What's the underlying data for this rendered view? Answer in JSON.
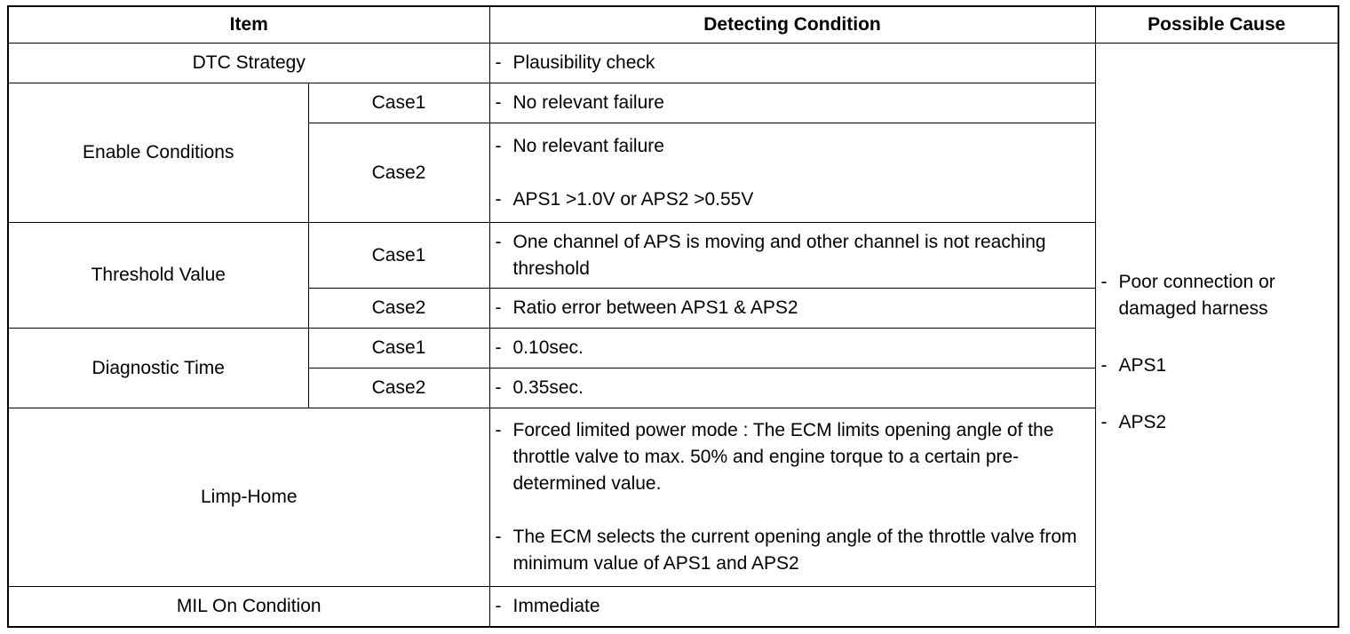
{
  "headers": {
    "item": "Item",
    "detecting_condition": "Detecting Condition",
    "possible_cause": "Possible Cause"
  },
  "rows": {
    "dtc_strategy": {
      "label": "DTC Strategy",
      "condition": "Plausibility check"
    },
    "enable_conditions": {
      "label": "Enable Conditions",
      "case1": {
        "label": "Case1",
        "condition": "No relevant failure"
      },
      "case2": {
        "label": "Case2",
        "condition_1": "No relevant failure",
        "condition_2": "APS1 >1.0V or APS2 >0.55V"
      }
    },
    "threshold_value": {
      "label": "Threshold Value",
      "case1": {
        "label": "Case1",
        "condition": "One channel of APS is moving and other channel is not reaching threshold"
      },
      "case2": {
        "label": "Case2",
        "condition": "Ratio error between APS1 & APS2"
      }
    },
    "diagnostic_time": {
      "label": "Diagnostic Time",
      "case1": {
        "label": "Case1",
        "condition": "0.10sec."
      },
      "case2": {
        "label": "Case2",
        "condition": "0.35sec."
      }
    },
    "limp_home": {
      "label": "Limp-Home",
      "condition_1": "Forced limited power mode : The ECM limits opening angle of the throttle valve to max. 50% and engine torque to a certain pre-determined value.",
      "condition_2": "The ECM selects the current opening angle of the throttle valve from minimum value of APS1 and APS2"
    },
    "mil_on_condition": {
      "label": "MIL On Condition",
      "condition": "Immediate"
    }
  },
  "bullet": "-",
  "possible_causes": [
    "Poor connection or damaged harness",
    "APS1",
    "APS2"
  ]
}
